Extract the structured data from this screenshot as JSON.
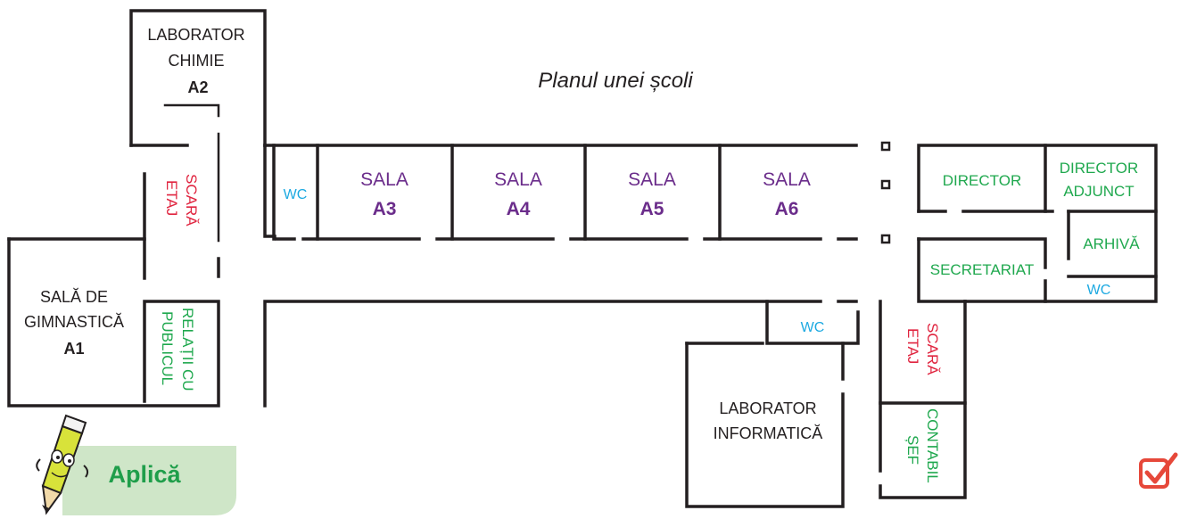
{
  "title": "Planul unei școli",
  "rooms": {
    "a2": {
      "line1": "LABORATOR",
      "line2": "CHIMIE",
      "code": "A2"
    },
    "a1": {
      "line1": "SALĂ DE",
      "line2": "GIMNASTICĂ",
      "code": "A1"
    },
    "a3": {
      "line1": "SALA",
      "code": "A3"
    },
    "a4": {
      "line1": "SALA",
      "code": "A4"
    },
    "a5": {
      "line1": "SALA",
      "code": "A5"
    },
    "a6": {
      "line1": "SALA",
      "code": "A6"
    },
    "lab_info": {
      "line1": "LABORATOR",
      "line2": "INFORMATICĂ"
    },
    "director": "DIRECTOR",
    "director_adjunct": {
      "line1": "DIRECTOR",
      "line2": "ADJUNCT"
    },
    "arhiva": "ARHIVĂ",
    "secretariat": "SECRETARIAT",
    "wc": "WC",
    "relatii": {
      "line1": "RELAȚII CU",
      "line2": "PUBLICUL"
    },
    "contabil": {
      "line1": "CONTABIL",
      "line2": "ȘEF"
    },
    "scara": {
      "line1": "SCARĂ",
      "line2": "ETAJ"
    }
  },
  "aplica_label": "Aplică",
  "colors": {
    "walls": "#231f20",
    "classroom": "#6b2d8b",
    "office": "#1fa84e",
    "stairs": "#e0243f",
    "wc": "#1ca9e1",
    "aplica_bg": "#cfe6c8",
    "checkbox": "#e6483a"
  },
  "icons": [
    "pencil-mascot-icon",
    "checkbox-checked-icon"
  ]
}
